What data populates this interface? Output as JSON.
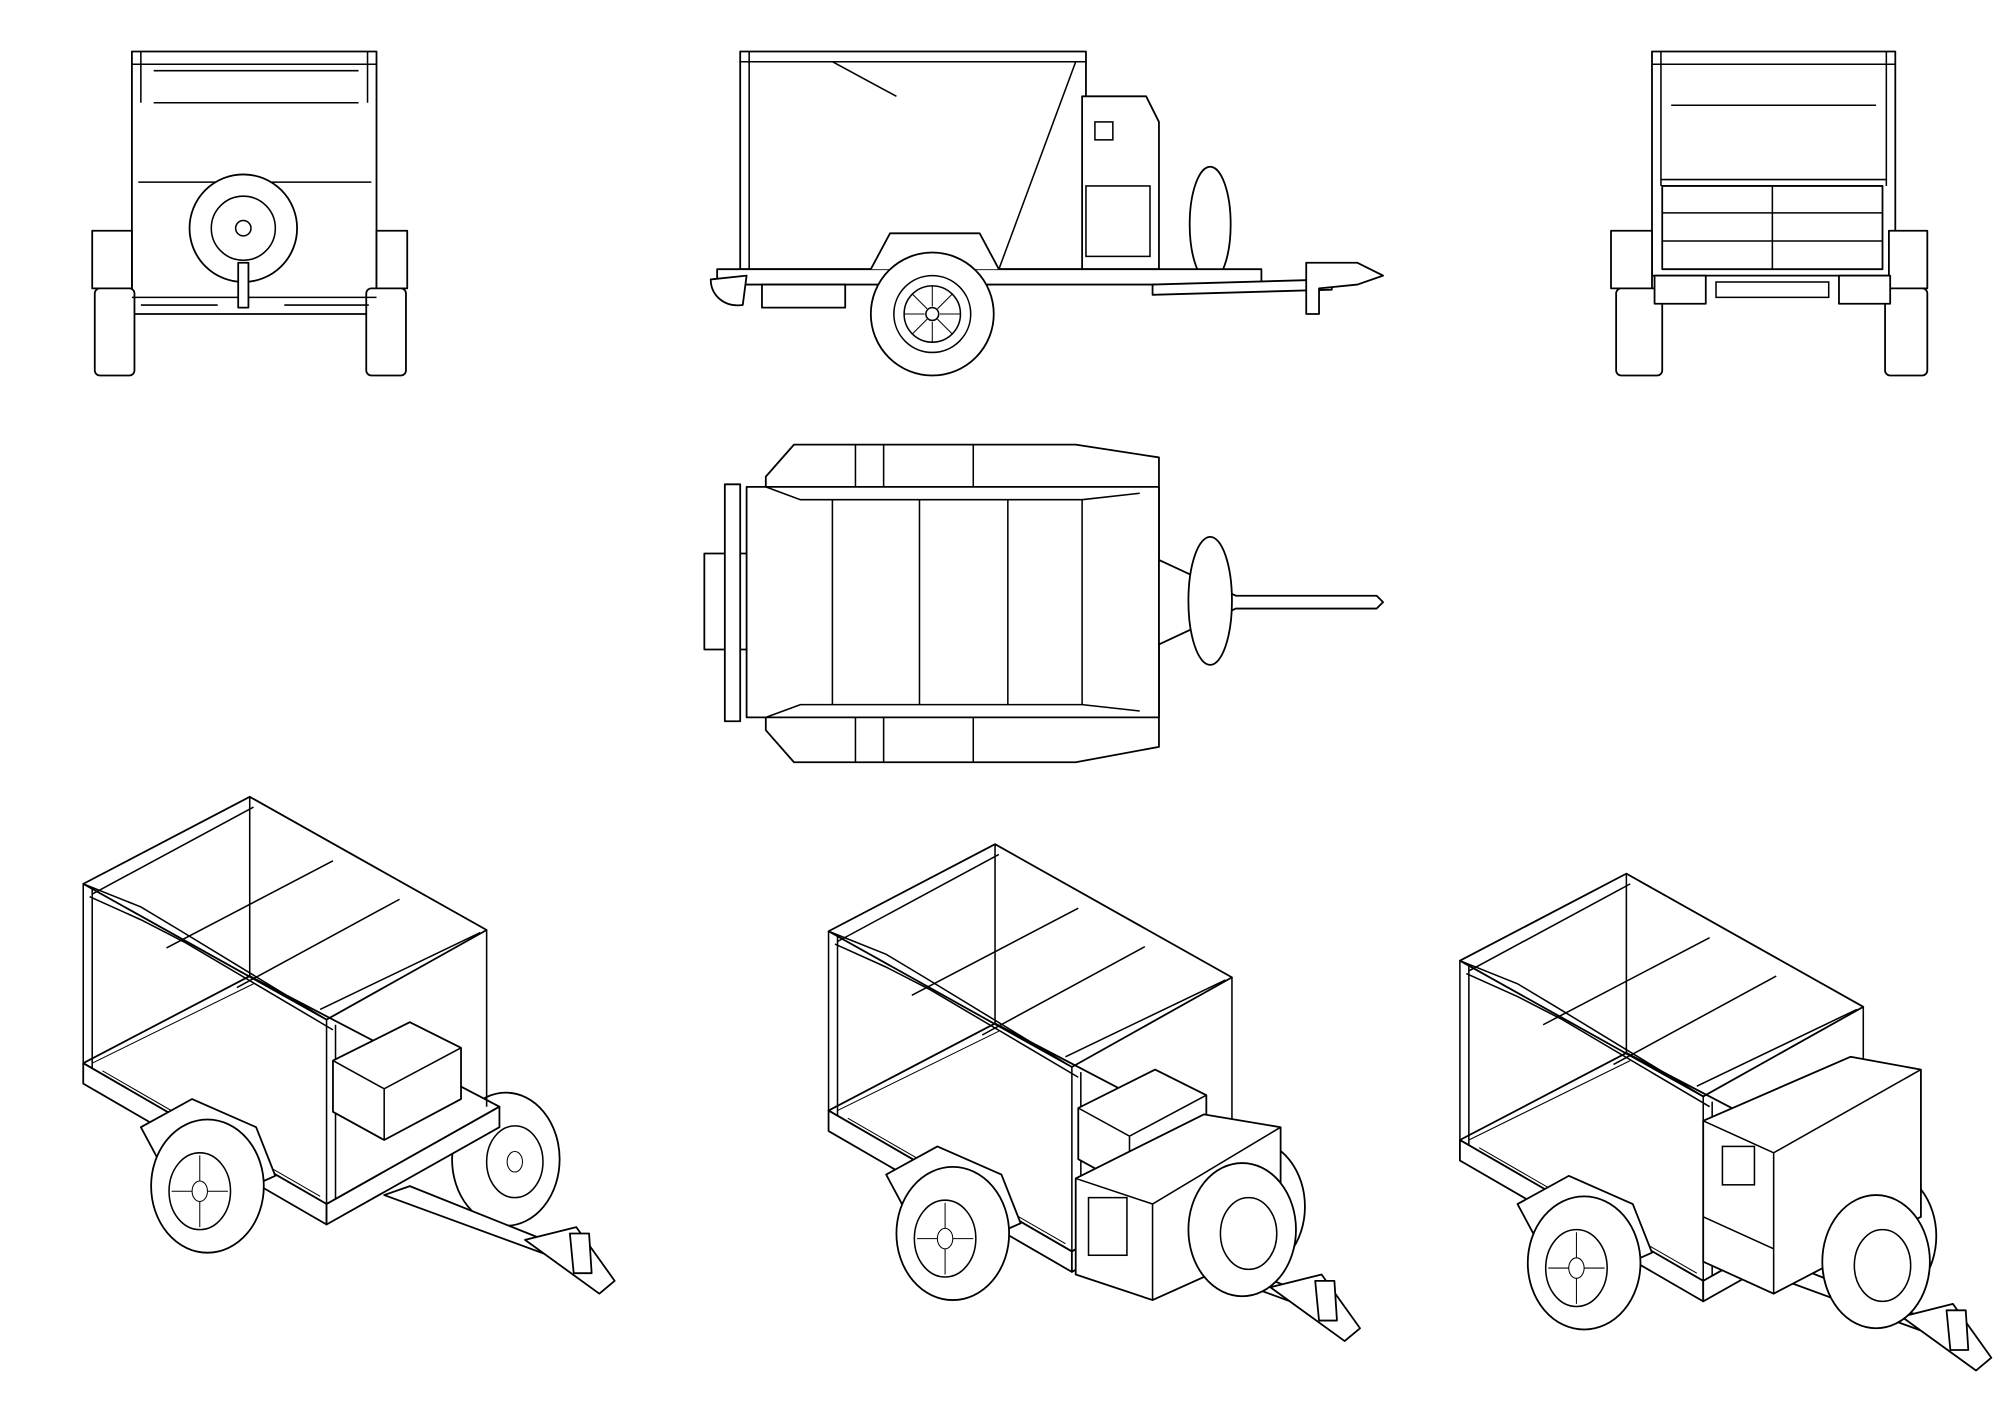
{
  "drawing": {
    "stroke_color": "#000000",
    "background_color": "#ffffff",
    "views": [
      "rear-view",
      "side-view",
      "front-view",
      "top-view",
      "iso-view-frame",
      "iso-view-front-box",
      "iso-view-full-canopy"
    ]
  }
}
